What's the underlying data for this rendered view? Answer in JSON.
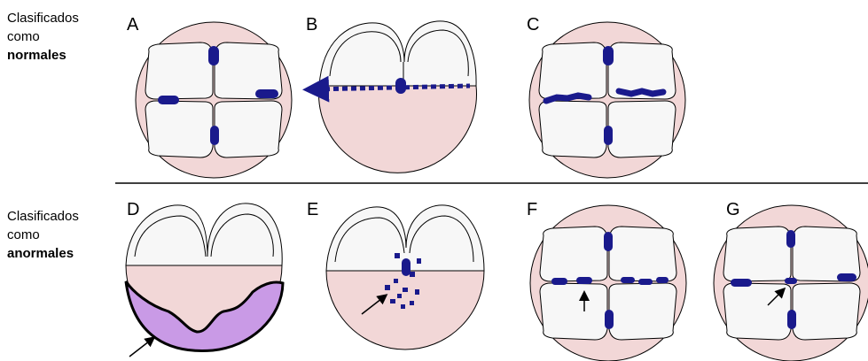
{
  "rows": [
    {
      "line1": "Clasificados",
      "line2": "como",
      "line3": "normales"
    },
    {
      "line1": "Clasificados",
      "line2": "como",
      "line3": "anormales"
    }
  ],
  "panels": {
    "a": "A",
    "b": "B",
    "c": "C",
    "d": "D",
    "e": "E",
    "f": "F",
    "g": "G"
  },
  "colors": {
    "embryo": "#f2d7d7",
    "cell": "#f7f7f7",
    "stain": "#1a1a8c",
    "abnormal_region": "#c99ae6"
  }
}
